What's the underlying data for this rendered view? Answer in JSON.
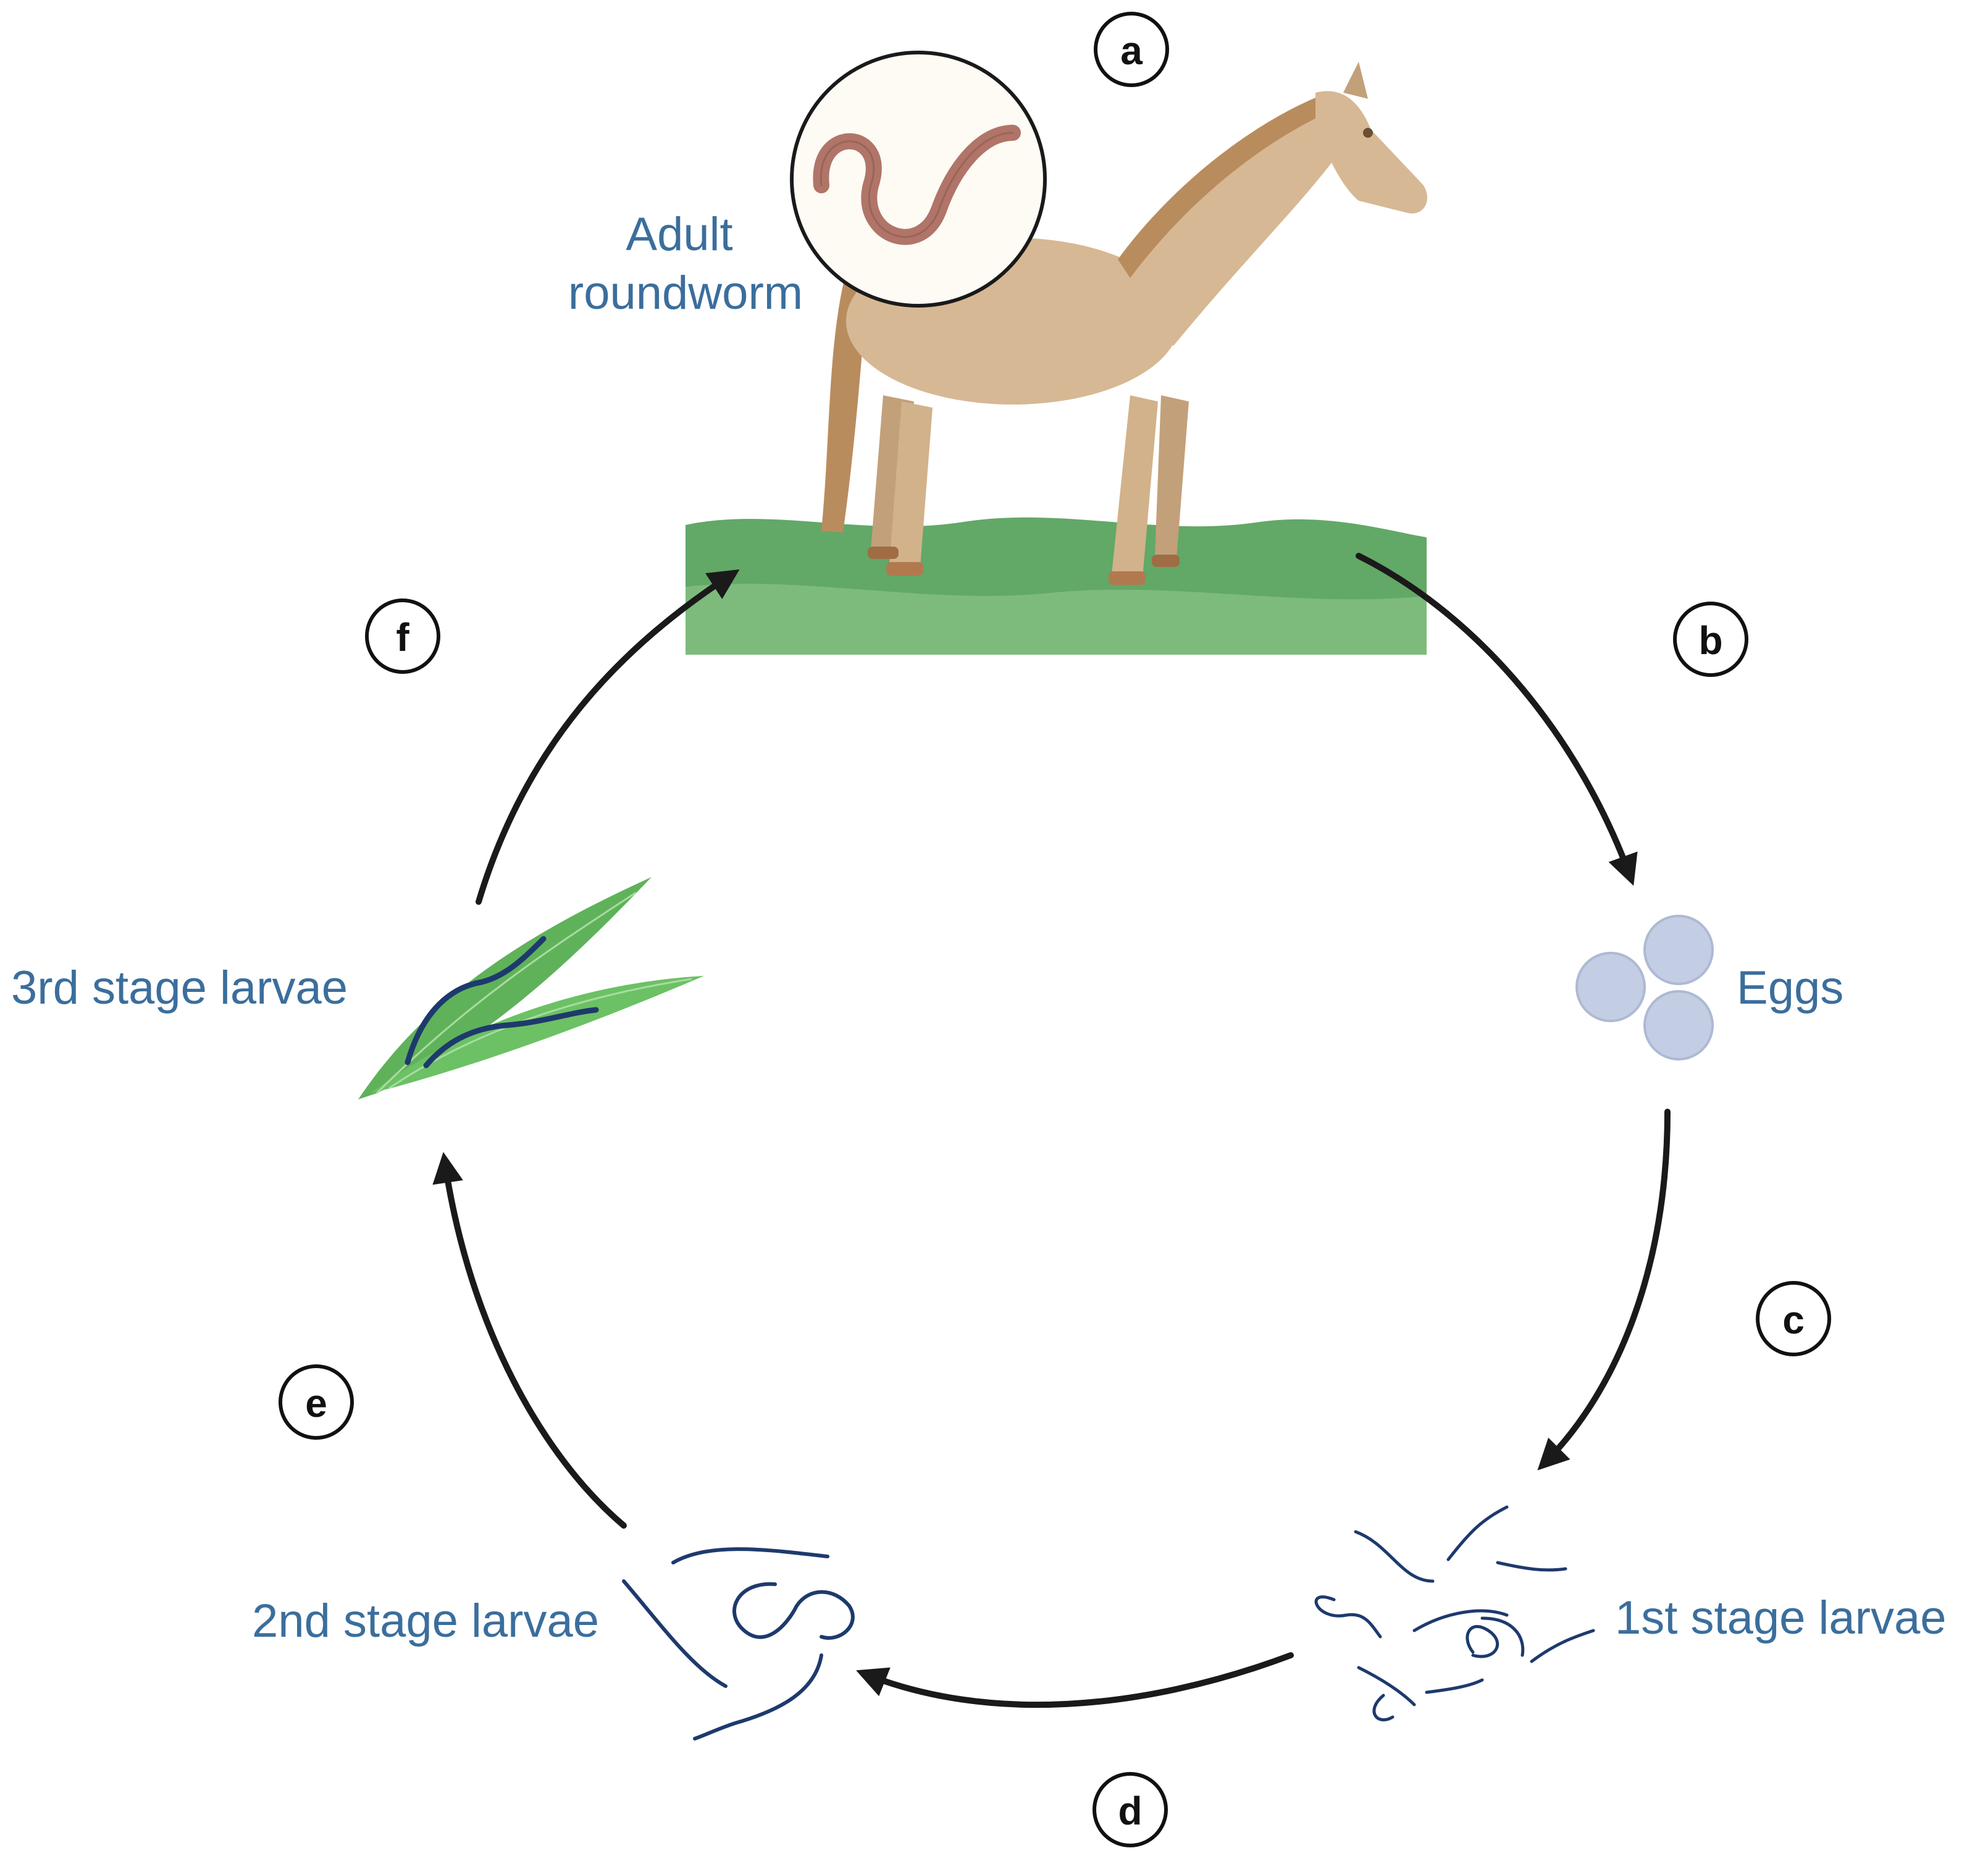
{
  "steps": [
    "a",
    "b",
    "c",
    "d",
    "e",
    "f"
  ],
  "labels": {
    "adult_line1": "Adult",
    "adult_line2": "roundworm",
    "eggs": "Eggs",
    "first_stage": "1st stage larvae",
    "second_stage": "2nd stage larvae",
    "third_stage": "3rd stage larvae"
  },
  "colors": {
    "label_text": "#3b6e9c",
    "grass": "#72b574",
    "horse": "#d7b894",
    "worm": "#b07568",
    "egg": "#c3cde3",
    "larva": "#1e3a6d",
    "leaf": "#5fb25a",
    "arrow": "#1a1a1a"
  },
  "icons": [
    "horse-icon",
    "roundworm-icon",
    "egg-cluster-icon",
    "larvae-icon",
    "grass-leaf-icon"
  ]
}
